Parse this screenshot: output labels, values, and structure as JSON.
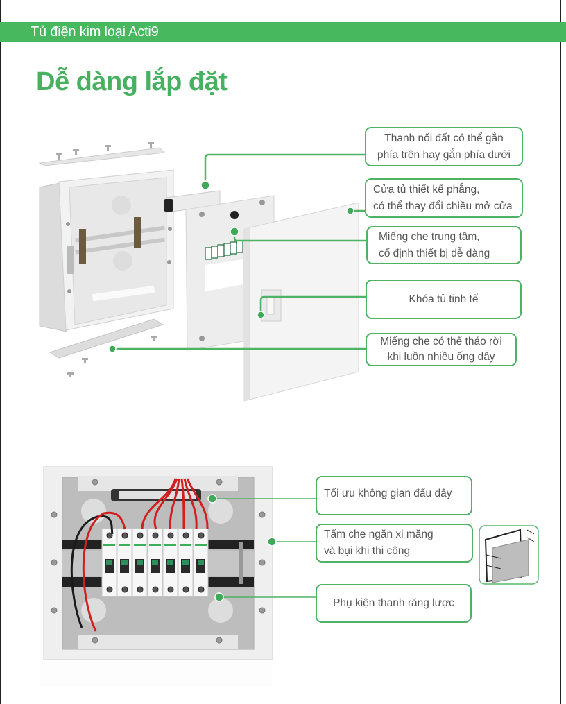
{
  "header": {
    "title": "Tủ điện kim loại Acti9",
    "color": "#48b85f"
  },
  "page_title": "Dễ dàng lắp đặt",
  "accent_color": "#4fb265",
  "exploded_view": {
    "callouts": [
      {
        "lines": [
          "Thanh nối đất có thể gắn",
          "phía trên hay gắn phía dưới"
        ]
      },
      {
        "lines": [
          "Cửa tủ thiết kế phẳng,",
          "có thể thay đổi chiều mở cửa"
        ]
      },
      {
        "lines": [
          "Miếng che trung tâm,",
          "cố định thiết bị dễ dàng"
        ]
      },
      {
        "lines": [
          "Khóa tủ tinh tế"
        ]
      },
      {
        "lines": [
          "Miếng che có thể tháo rời",
          "khi luồn nhiều ống dây"
        ]
      }
    ]
  },
  "installed_view": {
    "callouts": [
      {
        "lines": [
          "Tối ưu không gian đấu dây"
        ]
      },
      {
        "lines": [
          "Tấm che ngăn xi măng",
          "và bụi khi thi công"
        ]
      },
      {
        "lines": [
          "Phụ kiện thanh răng lược"
        ]
      }
    ],
    "breaker_count": 7
  }
}
